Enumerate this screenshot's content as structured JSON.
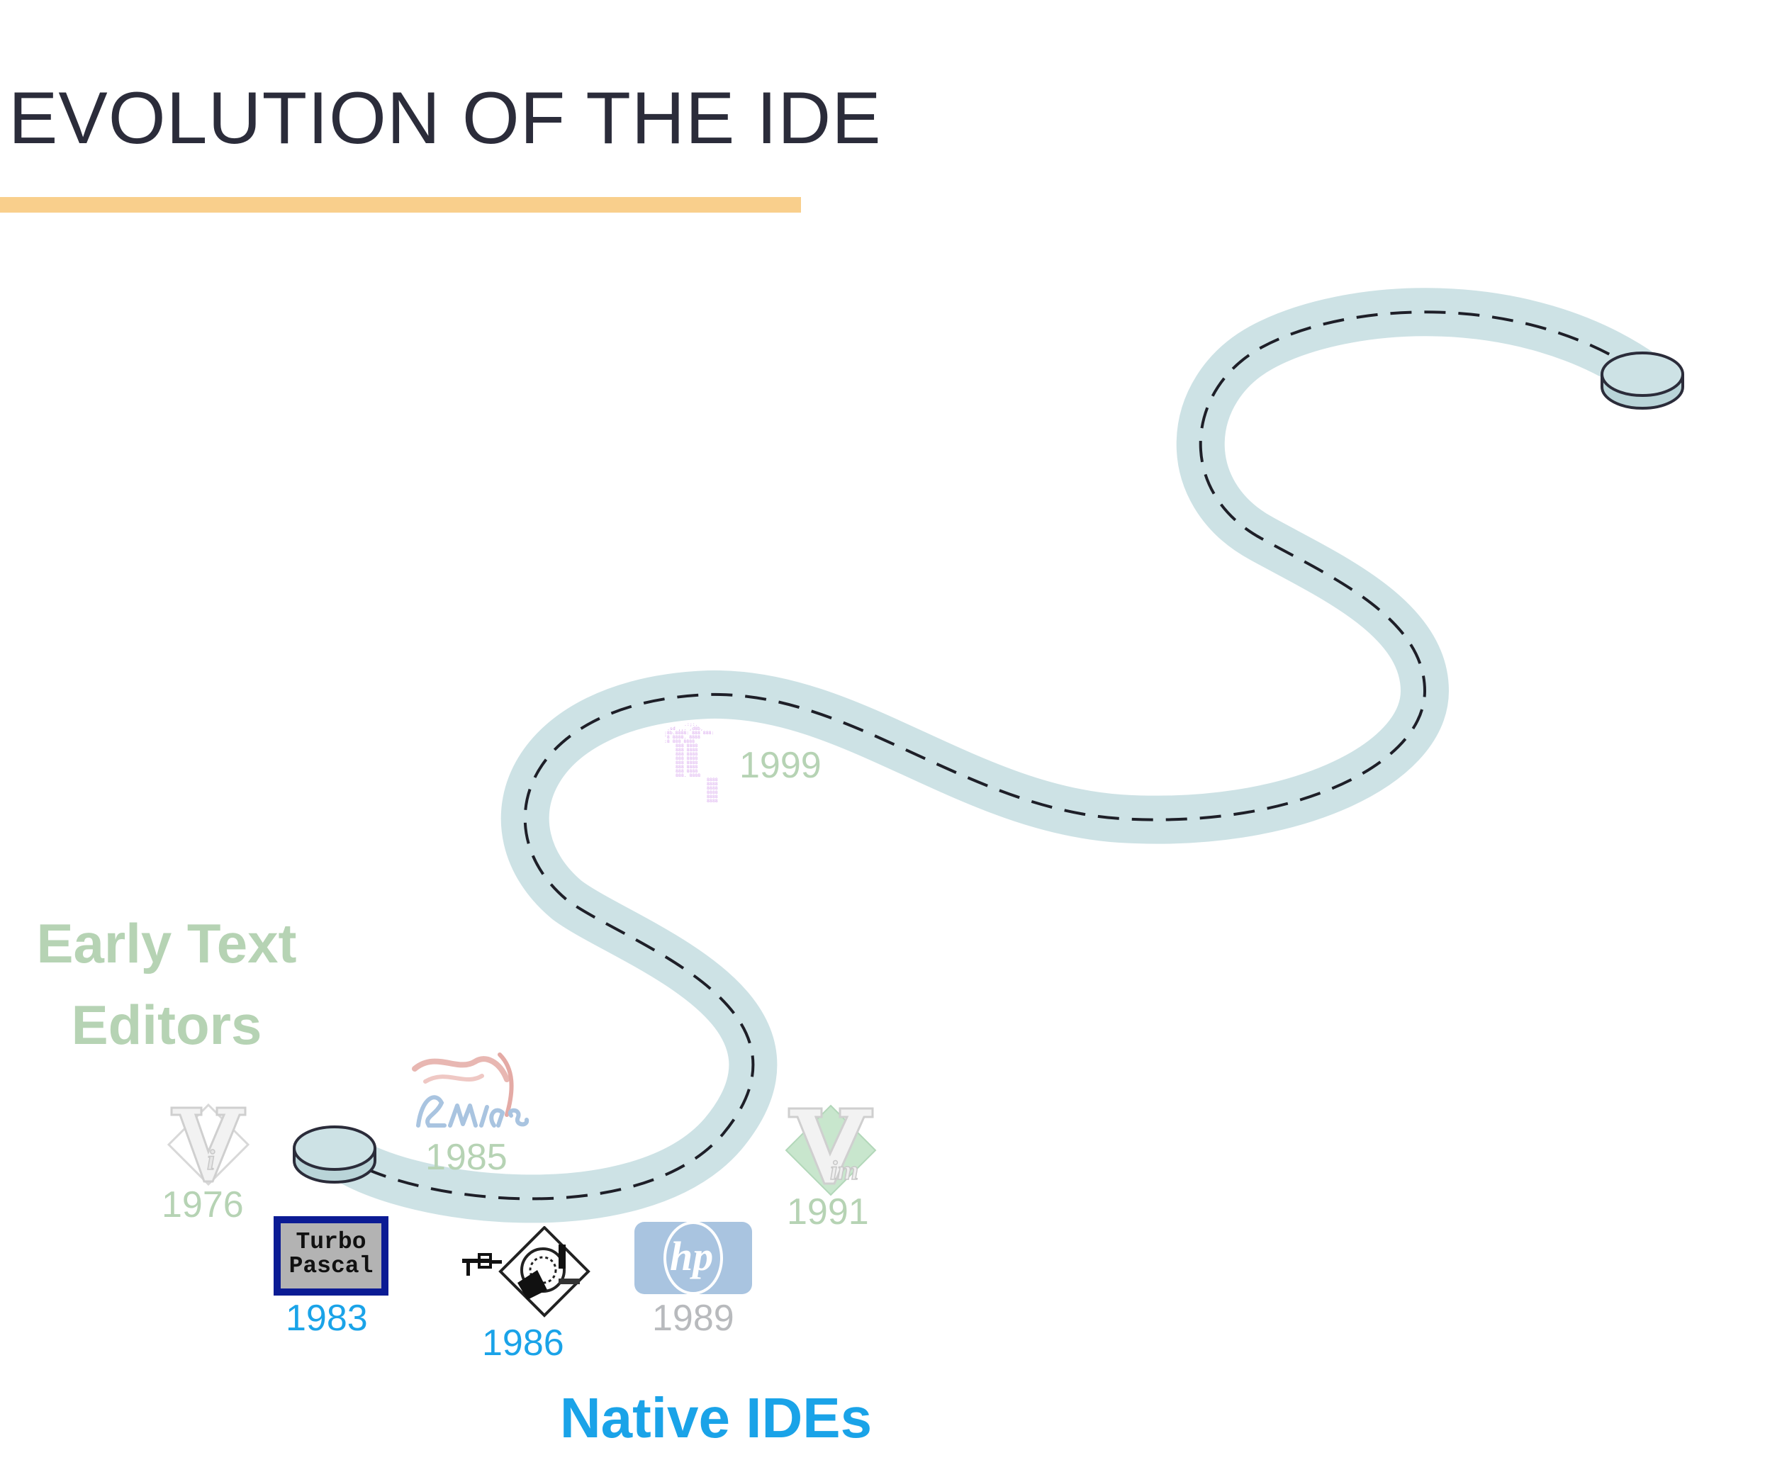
{
  "title": "EVOLUTION OF THE IDE",
  "colors": {
    "accent_rule": "#f9cf8c",
    "road": "#cde2e5",
    "early_text_editors": "#b6d3b4",
    "native_ides": "#1aa3e8",
    "muted": "#b8babd"
  },
  "categories": {
    "early": {
      "line1": "Early Text",
      "line2": "Editors"
    },
    "native": "Native IDEs"
  },
  "milestones": [
    {
      "year": "1976",
      "icon": "vi-logo-icon",
      "group": "early"
    },
    {
      "year": "1983",
      "icon": "turbo-pascal-logo-icon",
      "group": "native",
      "logo_text": [
        "Turbo",
        "Pascal"
      ]
    },
    {
      "year": "1985",
      "icon": "emacs-logo-icon",
      "group": "early"
    },
    {
      "year": "1986",
      "icon": "engineering-software-icon",
      "group": "native"
    },
    {
      "year": "1989",
      "icon": "hp-logo-icon",
      "group": "muted"
    },
    {
      "year": "1991",
      "icon": "vim-logo-icon",
      "group": "early"
    },
    {
      "year": "1999",
      "icon": "ascii-art-logo-icon",
      "group": "early"
    }
  ]
}
